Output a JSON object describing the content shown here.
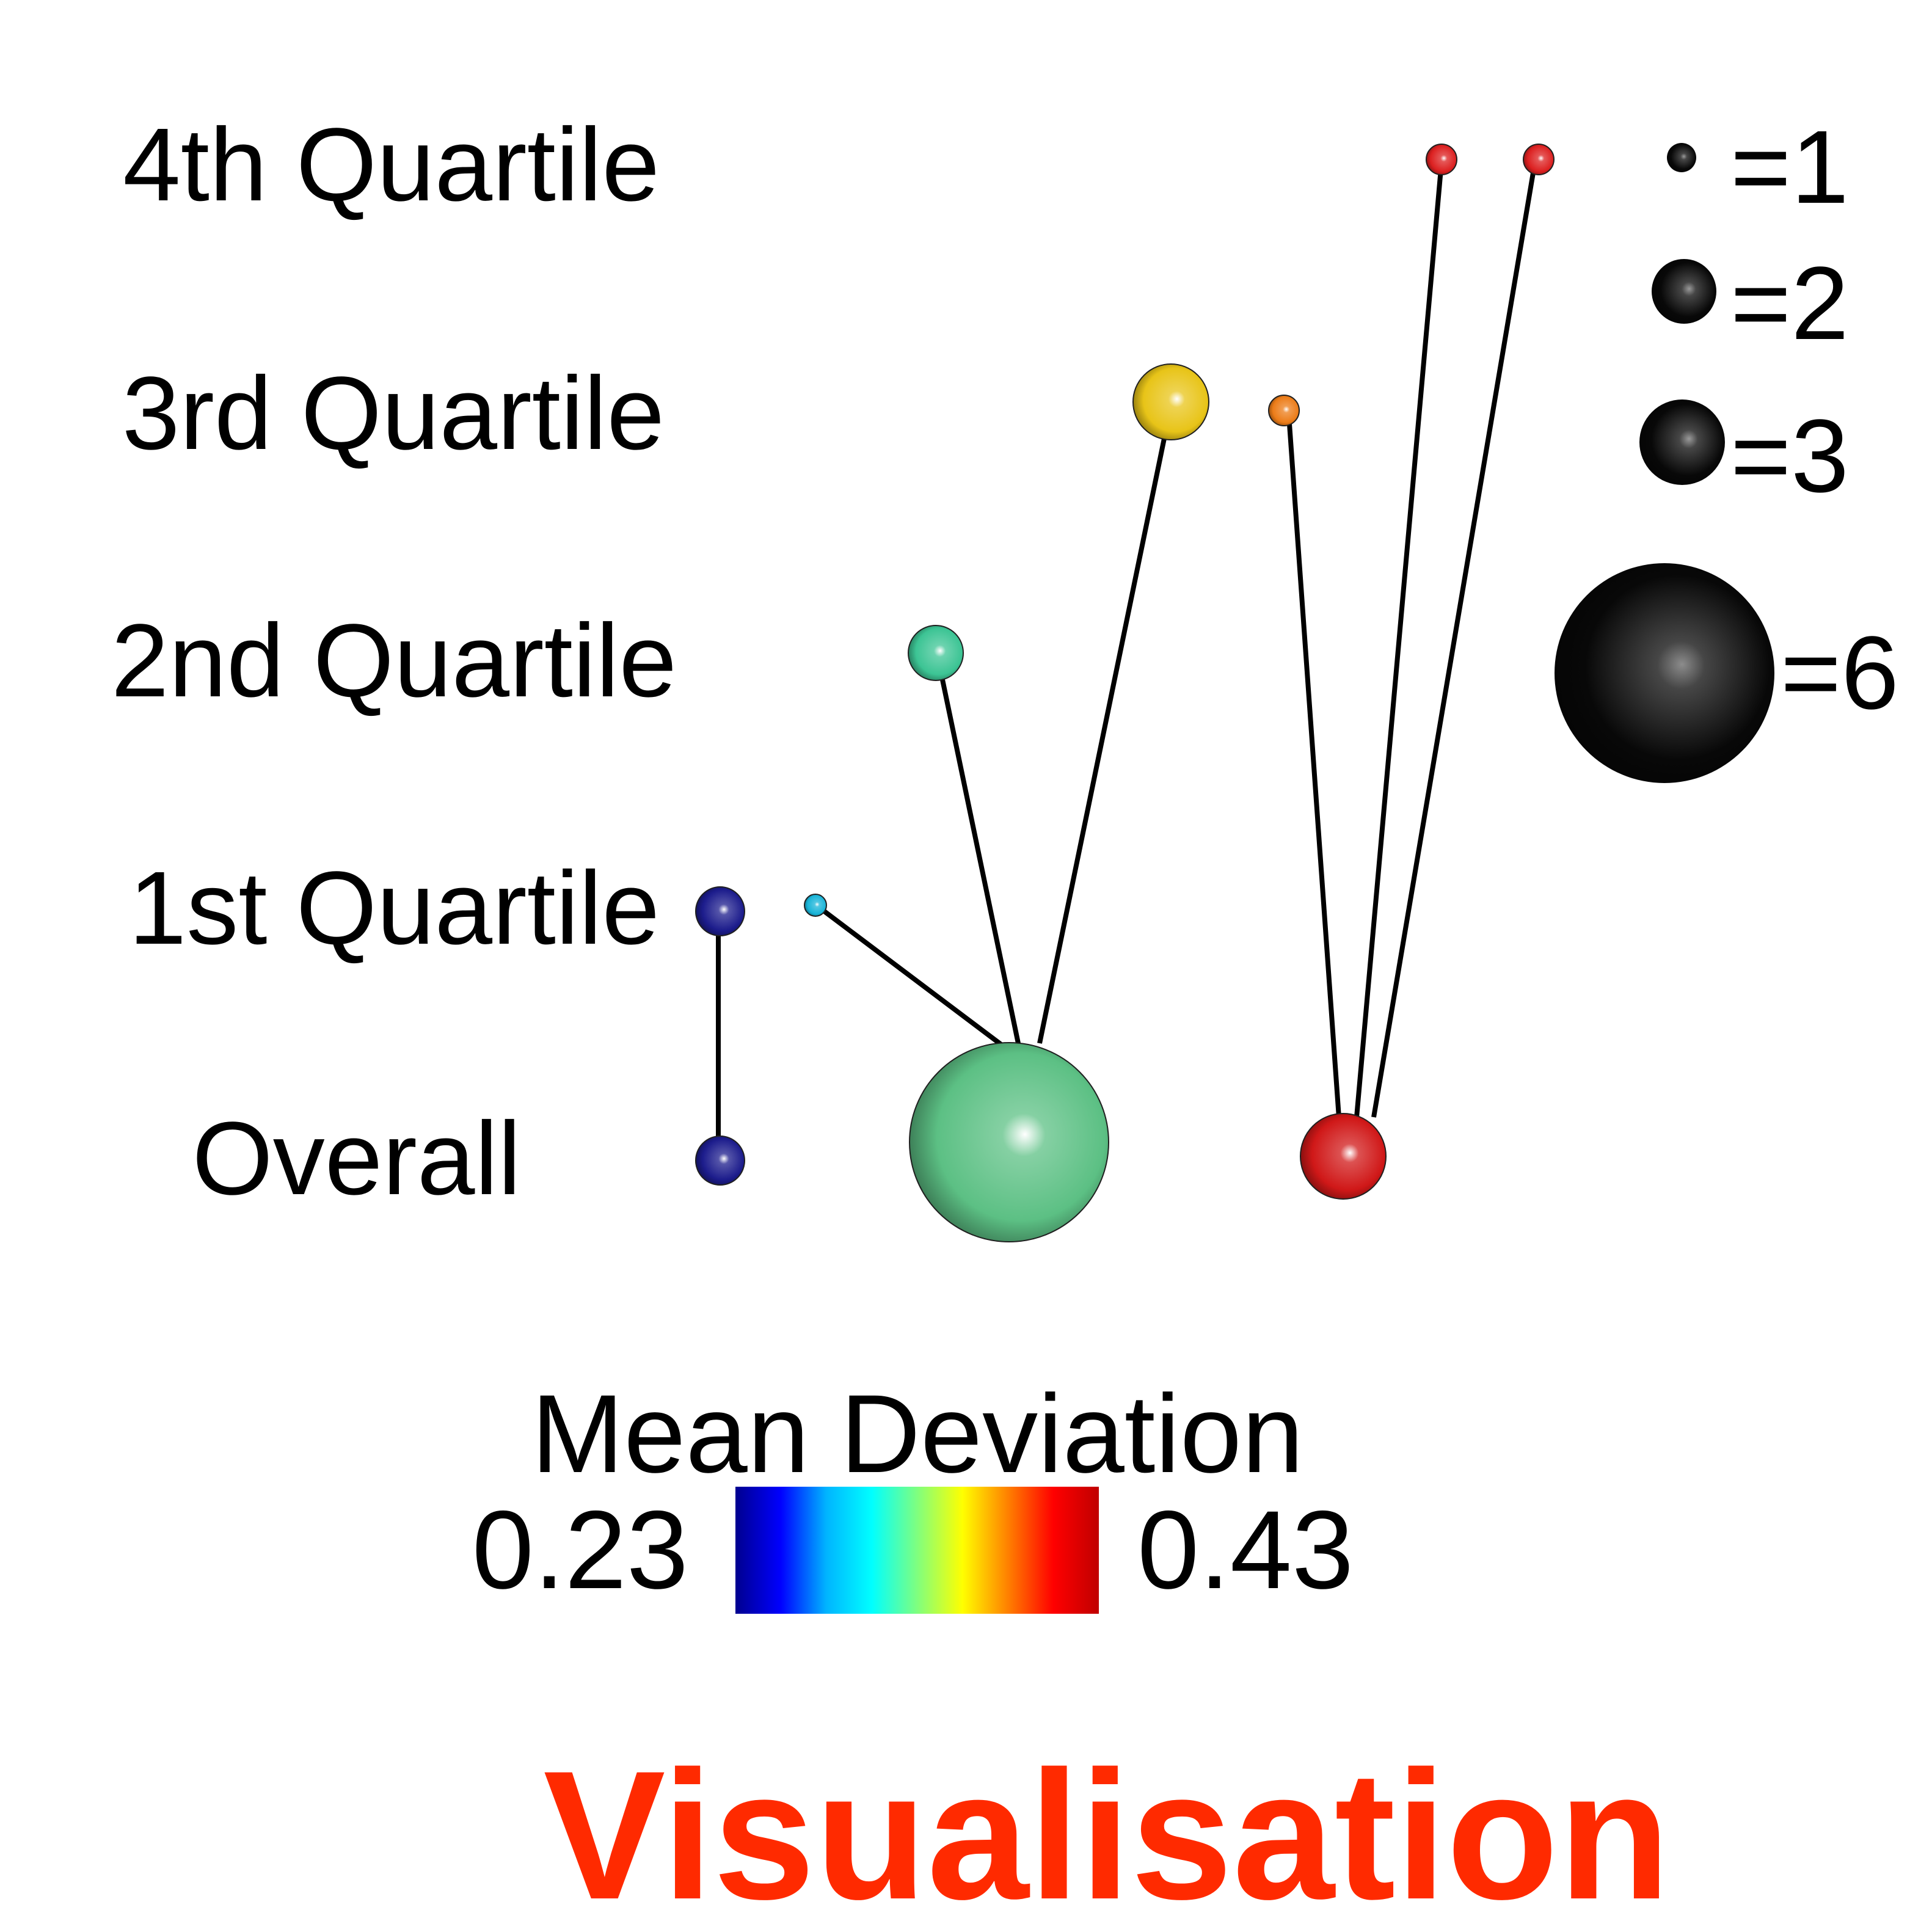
{
  "rows": [
    {
      "id": "q4",
      "label": "4th Quartile"
    },
    {
      "id": "q3",
      "label": "3rd Quartile"
    },
    {
      "id": "q2",
      "label": "2nd Quartile"
    },
    {
      "id": "q1",
      "label": "1st Quartile"
    },
    {
      "id": "overall",
      "label": "Overall"
    }
  ],
  "nodes": [
    {
      "id": "overall-blue",
      "row": "overall",
      "size": 1,
      "color": "#1c1c8c"
    },
    {
      "id": "overall-green",
      "row": "overall",
      "size": 6,
      "color": "#5cc084"
    },
    {
      "id": "overall-red",
      "row": "overall",
      "size": 3,
      "color": "#d01818"
    },
    {
      "id": "q1-blue",
      "row": "q1",
      "size": 1,
      "color": "#1c1c8c"
    },
    {
      "id": "q1-cyan",
      "row": "q1",
      "size": 1,
      "color": "#18b4d8"
    },
    {
      "id": "q2-green",
      "row": "q2",
      "size": 2,
      "color": "#3cc494"
    },
    {
      "id": "q3-yellow",
      "row": "q3",
      "size": 2,
      "color": "#e8c418"
    },
    {
      "id": "q3-orange",
      "row": "q3",
      "size": 1,
      "color": "#ec7c18"
    },
    {
      "id": "q4-red-a",
      "row": "q4",
      "size": 1,
      "color": "#dc2020"
    },
    {
      "id": "q4-red-b",
      "row": "q4",
      "size": 1,
      "color": "#dc2020"
    }
  ],
  "links": [
    {
      "from": "q1-blue",
      "to": "overall-blue"
    },
    {
      "from": "q1-cyan",
      "to": "overall-green"
    },
    {
      "from": "q2-green",
      "to": "overall-green"
    },
    {
      "from": "q3-yellow",
      "to": "overall-green"
    },
    {
      "from": "q3-orange",
      "to": "overall-red"
    },
    {
      "from": "q4-red-a",
      "to": "overall-red"
    },
    {
      "from": "q4-red-b",
      "to": "overall-red"
    }
  ],
  "size_legend": [
    {
      "value": 1,
      "label": "=1"
    },
    {
      "value": 2,
      "label": "=2"
    },
    {
      "value": 3,
      "label": "=3"
    },
    {
      "value": 6,
      "label": "=6"
    }
  ],
  "colorbar": {
    "title": "Mean Deviation",
    "min_label": "0.23",
    "max_label": "0.43",
    "min": 0.23,
    "max": 0.43,
    "colors": [
      "#00008f",
      "#0000ff",
      "#00b4ff",
      "#00ffff",
      "#7fff7f",
      "#ffff00",
      "#ff8000",
      "#ff0000",
      "#c00000"
    ]
  },
  "footer": {
    "title": "Visualisation",
    "color": "#ff2a00"
  }
}
